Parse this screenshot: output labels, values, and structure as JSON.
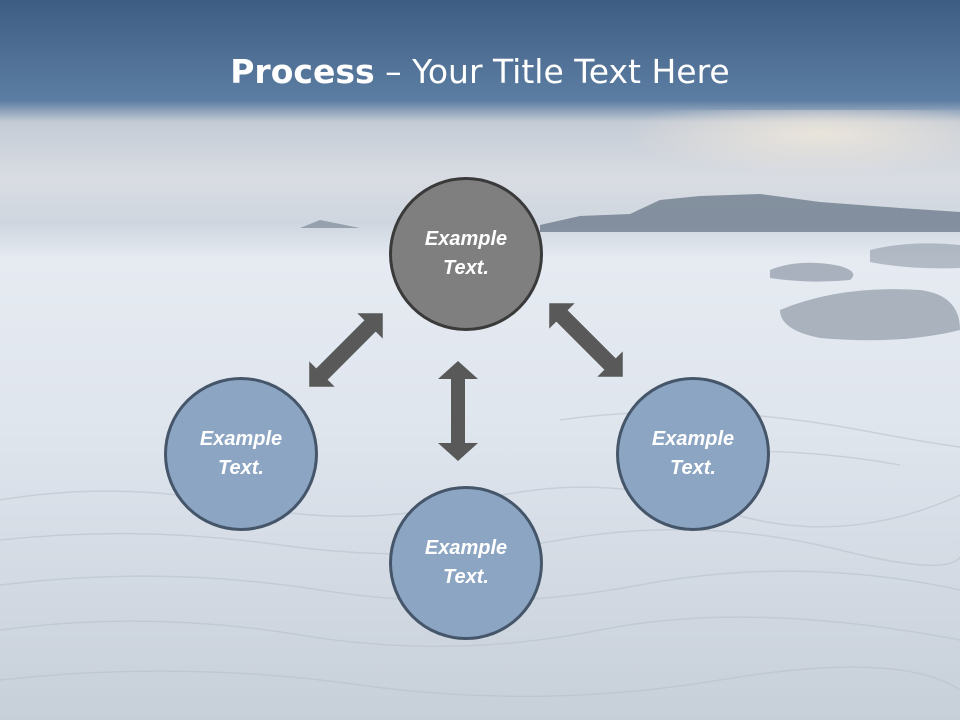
{
  "title": {
    "bold": "Process",
    "rest": " – Your Title Text Here"
  },
  "nodes": [
    {
      "label": "Example Text.",
      "tone": "dark"
    },
    {
      "label": "Example Text.",
      "tone": "blue"
    },
    {
      "label": "Example Text.",
      "tone": "blue"
    },
    {
      "label": "Example Text.",
      "tone": "blue"
    }
  ],
  "colors": {
    "node_dark": "#7f7f7f",
    "node_blue": "#8ca5c2",
    "arrow": "#595959",
    "title_bar": "#557394"
  }
}
